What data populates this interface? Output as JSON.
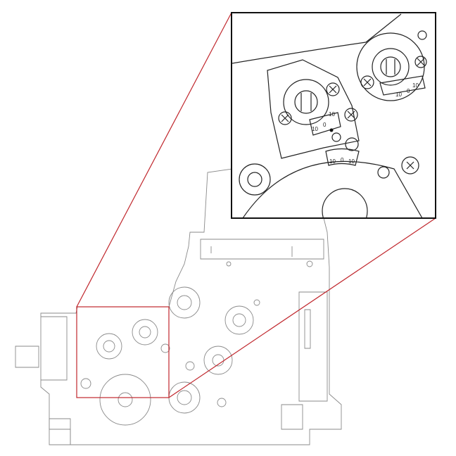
{
  "figure": {
    "type": "technical line drawing with magnified detail inset",
    "highlight_color": "#c0272d",
    "inset_border_color": "#111111"
  },
  "dials": {
    "left": {
      "low": "10",
      "mid": "0",
      "high": "10"
    },
    "right": {
      "low": "10",
      "mid": "0",
      "high": "10"
    },
    "bottom": {
      "low": "10",
      "mid": "0",
      "high": "10"
    }
  }
}
